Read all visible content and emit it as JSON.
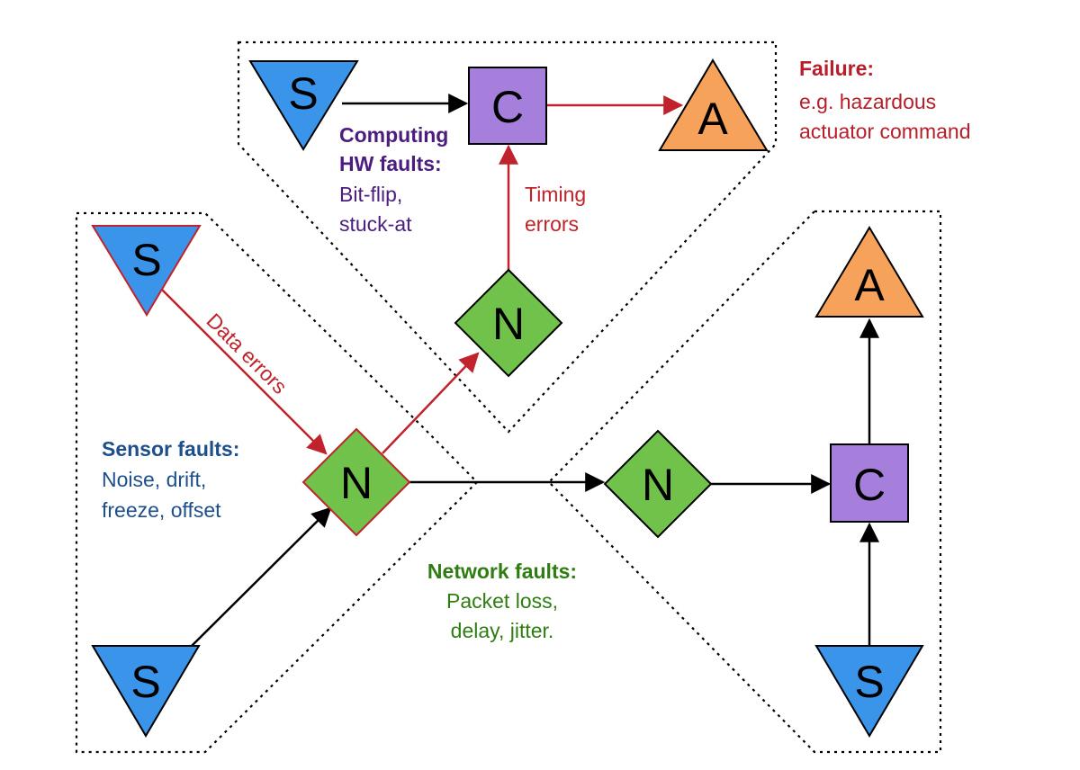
{
  "nodes": {
    "sensor": "S",
    "computer": "C",
    "actuator": "A",
    "network": "N"
  },
  "edges": {
    "data_errors": "Data errors",
    "timing_errors_line1": "Timing",
    "timing_errors_line2": "errors"
  },
  "annotations": {
    "failure": {
      "title": "Failure:",
      "line1": "e.g. hazardous",
      "line2": "actuator command"
    },
    "computing": {
      "title1": "Computing",
      "title2": "HW faults:",
      "line1": "Bit-flip,",
      "line2": "stuck-at"
    },
    "sensor": {
      "title": "Sensor faults:",
      "line1": "Noise, drift,",
      "line2": "freeze, offset"
    },
    "network": {
      "title": "Network faults:",
      "line1": "Packet loss,",
      "line2": "delay, jitter."
    }
  },
  "colors": {
    "sensor_fill": "#3a94ea",
    "computer_fill": "#a67fdc",
    "actuator_fill": "#f7a25b",
    "network_fill": "#71c24a",
    "fault_red": "#c0232b",
    "failure_red": "#b81e2a",
    "computing_purple": "#4b1d7e",
    "sensor_blue": "#1d4f8c",
    "network_green": "#2f7d12"
  }
}
